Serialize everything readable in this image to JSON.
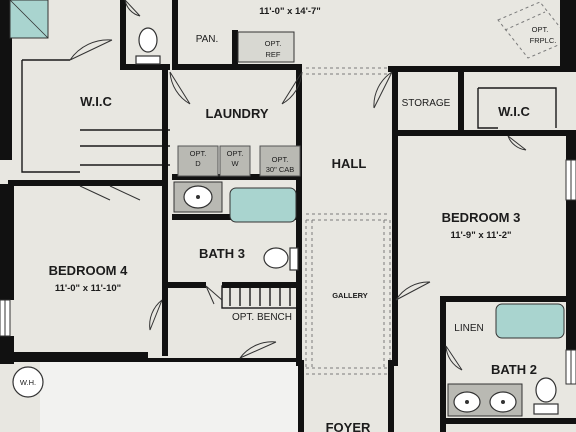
{
  "rooms": {
    "top_room_dim": "11'-0\" x 14'-7\"",
    "pantry": "PAN.",
    "opt_ref_1": "OPT.",
    "opt_ref_2": "REF",
    "opt_frplc_1": "OPT.",
    "opt_frplc_2": "FRPLC.",
    "wic_left": "W.I.C",
    "laundry": "LAUNDRY",
    "opt_d_1": "OPT.",
    "opt_d_2": "D",
    "opt_w_1": "OPT.",
    "opt_w_2": "W",
    "opt_cab_1": "OPT.",
    "opt_cab_2": "30\" CAB",
    "storage": "STORAGE",
    "wic_right": "W.I.C",
    "hall": "HALL",
    "bedroom3": "BEDROOM 3",
    "bedroom3_dim": "11'-9\" x 11'-2\"",
    "bath3": "BATH 3",
    "bedroom4": "BEDROOM 4",
    "bedroom4_dim": "11'-0\" x 11'-10\"",
    "gallery": "GALLERY",
    "opt_bench": "OPT. BENCH",
    "linen": "LINEN",
    "bath2": "BATH 2",
    "wh": "W.H.",
    "foyer": "FOYER"
  }
}
